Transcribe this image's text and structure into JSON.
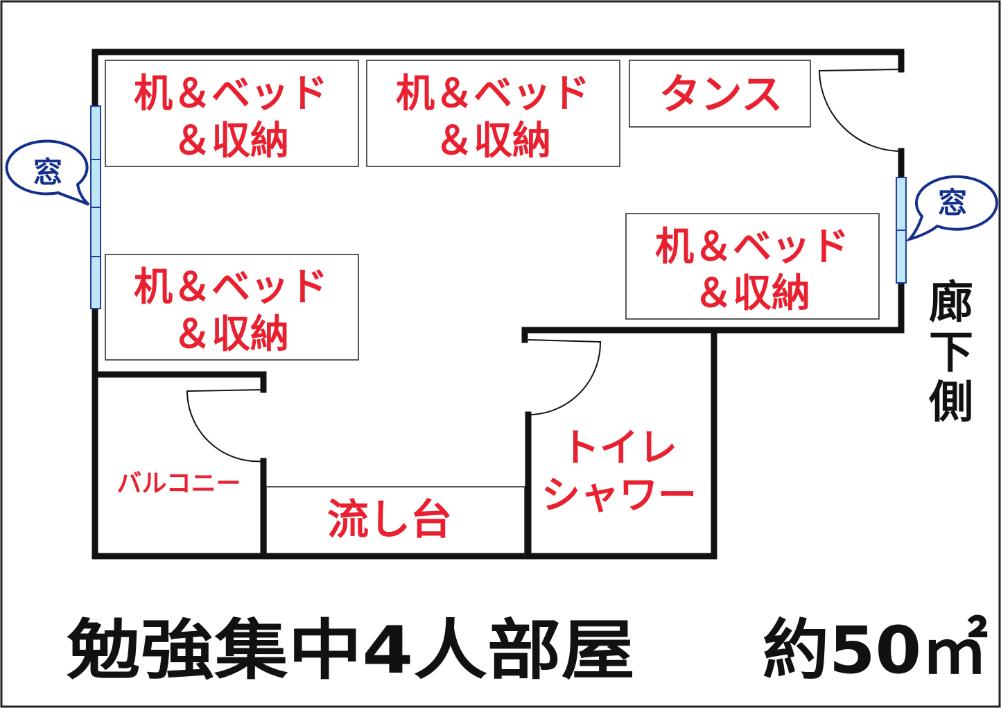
{
  "colors": {
    "wall": "#111111",
    "label": "#e8202f",
    "window_fill": "#bfe6f6",
    "window_stroke": "#1e3f9c",
    "bubble_text": "#14308c",
    "text_black": "#111111"
  },
  "rooms": {
    "desk_bed_1": {
      "line1": "机＆ベッド",
      "line2": "＆収納"
    },
    "desk_bed_2": {
      "line1": "机＆ベッド",
      "line2": "＆収納"
    },
    "tansu": {
      "label": "タンス"
    },
    "desk_bed_3": {
      "line1": "机＆ベッド",
      "line2": "＆収納"
    },
    "desk_bed_4": {
      "line1": "机＆ベッド",
      "line2": "＆収納"
    },
    "balcony": {
      "label": "バルコニー"
    },
    "sink": {
      "label": "流し台"
    },
    "toilet_shower": {
      "line1": "トイレ",
      "line2": "シャワー"
    }
  },
  "windows": {
    "left_bubble": "窓",
    "right_bubble": "窓"
  },
  "hallway": {
    "chars": [
      "廊",
      "下",
      "側"
    ]
  },
  "title": {
    "main": "勉強集中4人部屋",
    "area": "約50㎡"
  }
}
